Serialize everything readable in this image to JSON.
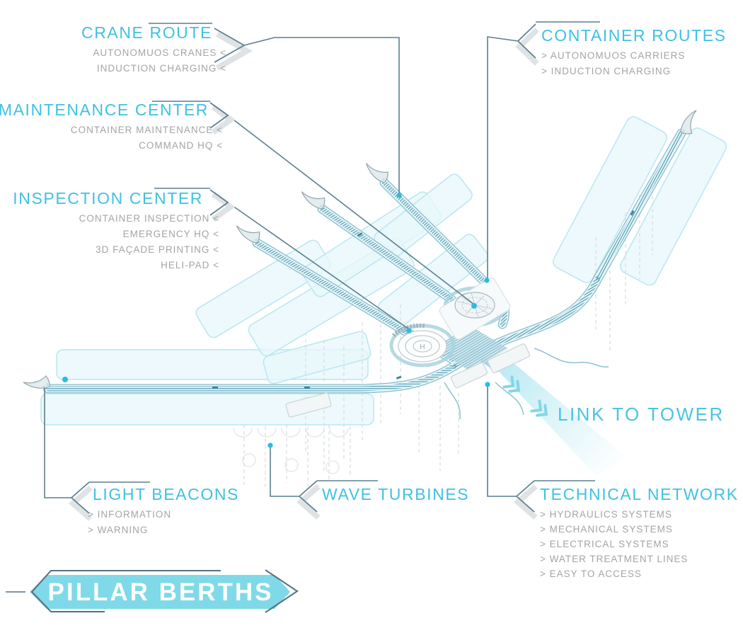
{
  "colors": {
    "accent_cyan": "#3fc1e3",
    "subtext_gray": "#a2a4a6",
    "connector_slate": "#5b7f8f",
    "banner_fill": "#7fd9e8",
    "banner_text": "#ffffff",
    "road_teal": "#4d9db4",
    "pad_fill": "#e7f7fb",
    "dot_cyan": "#2bbcdf"
  },
  "callouts": {
    "crane_route": {
      "title": "CRANE ROUTE",
      "items": [
        "AUTONOMUOS CRANES <",
        "INDUCTION CHARGING <"
      ]
    },
    "container_routes": {
      "title": "CONTAINER ROUTES",
      "items": [
        "> AUTONOMUOS CARRIERS",
        "> INDUCTION CHARGING"
      ]
    },
    "maintenance_center": {
      "title": "MAINTENANCE CENTER",
      "items": [
        "CONTAINER MAINTENANCE <",
        "COMMAND HQ <"
      ]
    },
    "inspection_center": {
      "title": "INSPECTION CENTER",
      "items": [
        "CONTAINER INSPECTION <",
        "EMERGENCY HQ <",
        "3D FAÇADE PRINTING <",
        "HELI-PAD <"
      ]
    },
    "light_beacons": {
      "title": "LIGHT BEACONS",
      "items": [
        "> INFORMATION",
        "> WARNING"
      ]
    },
    "wave_turbines": {
      "title": "WAVE TURBINES",
      "items": []
    },
    "technical_network": {
      "title": "TECHNICAL NETWORK",
      "items": [
        "> HYDRAULICS SYSTEMS",
        "> MECHANICAL SYSTEMS",
        "> ELECTRICAL SYSTEMS",
        "> WATER TREATMENT LINES",
        "> EASY TO ACCESS"
      ]
    },
    "link_to_tower": {
      "title": "LINK TO TOWER"
    }
  },
  "banner": {
    "label": "PILLAR BERTHS"
  },
  "illustration": {
    "helipad_letter": "H"
  }
}
